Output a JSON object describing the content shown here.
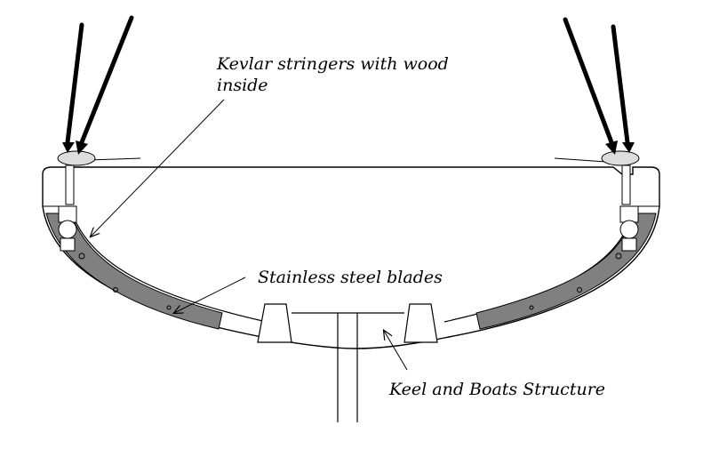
{
  "labels": {
    "kevlar_line1": "Kevlar stringers with wood",
    "kevlar_line2": "inside",
    "steel": "Stainless steel blades",
    "keel": "Keel and Boats Structure"
  },
  "colors": {
    "ink": "#000000",
    "stringer_fill": "#808080",
    "hull_fill": "#ffffff",
    "fitting_fill": "#dddddd"
  }
}
